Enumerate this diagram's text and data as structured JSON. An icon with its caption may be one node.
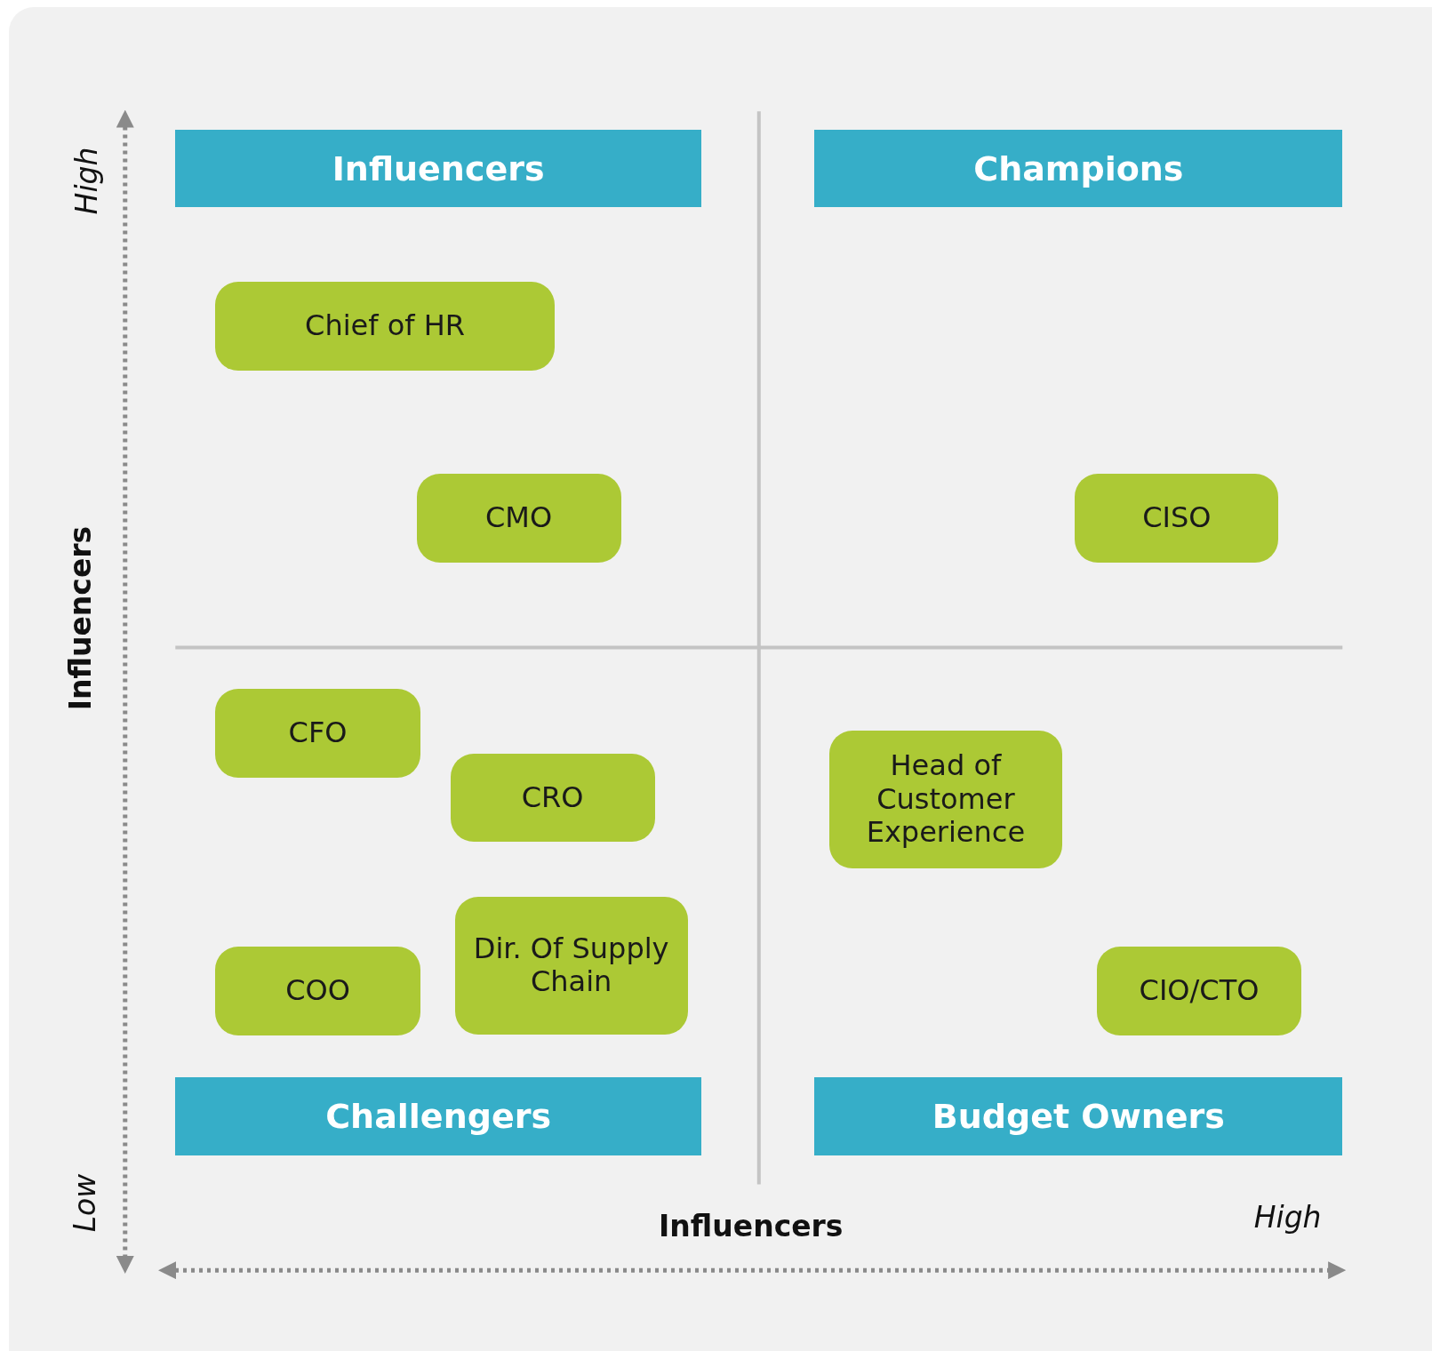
{
  "diagram": {
    "nodes": [
      {
        "text": [
          "Influencers"
        ]
      },
      {
        "text": [
          "Champions"
        ]
      },
      {
        "text": [
          "Chief of HR"
        ]
      },
      {
        "text": [
          "CMO"
        ]
      },
      {
        "text": [
          "CISO"
        ]
      },
      {
        "text": [
          "CFO"
        ]
      },
      {
        "text": [
          "Head of Customer Experience"
        ]
      },
      {
        "text": [
          "CRO"
        ]
      },
      {
        "text": [
          "Dir. Of Supply Chain"
        ]
      },
      {
        "text": [
          "COO"
        ]
      },
      {
        "text": [
          "CIO/CTO"
        ]
      },
      {
        "text": [
          "Challengers"
        ]
      },
      {
        "text": [
          "Budget Owners"
        ]
      }
    ],
    "labels": [
      "High",
      "Influencers",
      "Low",
      "Influencers",
      "High"
    ]
  }
}
